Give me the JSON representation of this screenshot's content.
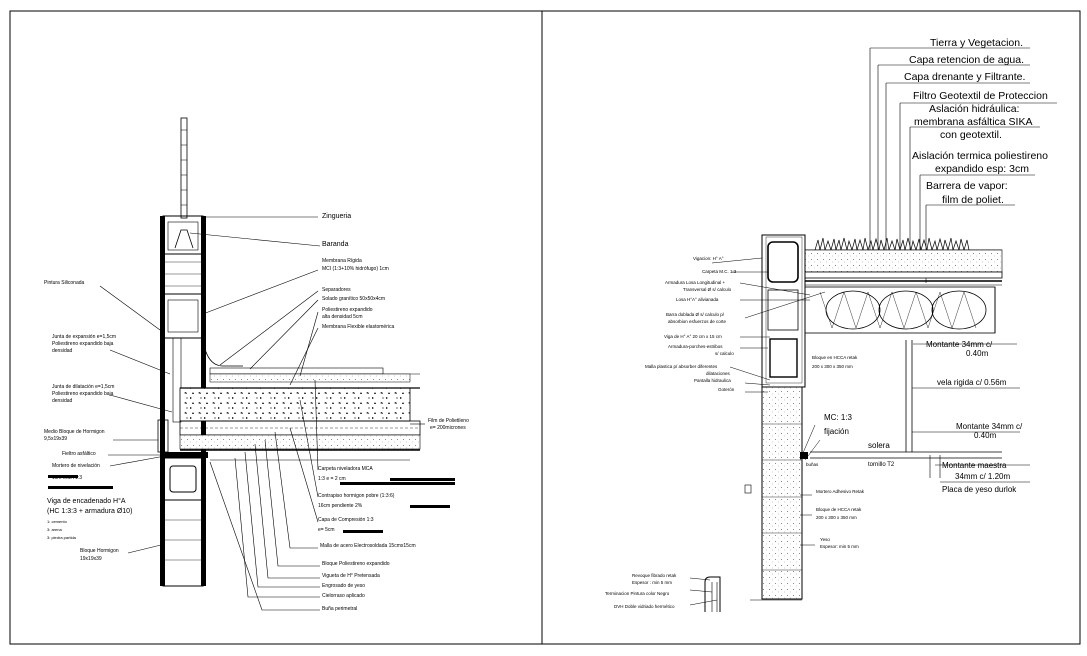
{
  "left_detail": {
    "labels": {
      "zingueria": "Zingueria",
      "baranda": "Baranda",
      "membrana_rigida": "Membrana Rígida",
      "membrana_rigida_mci": "MCI (1:3+10% hidrófugo) 1cm",
      "pintura_siliconada": "Pintura Siliconada",
      "separadores": "Separadores",
      "solado": "Solado granítico 50x50x4cm",
      "poliestireno_alta": "Poliestireno expandido",
      "poliestireno_alta_2": "alta densidad 5cm",
      "membrana_flexible": "Membrana Flexible elastomérica",
      "junta_expansion": "Junta de expansión e=1,5cm",
      "junta_expansion_2": "Poliestireno expandido baja",
      "junta_expansion_3": "densidad",
      "junta_dilatacion": "Junta de dilatación e=1,5cm",
      "junta_dilatacion_2": "Poliestireno expandido baja",
      "junta_dilatacion_3": "densidad",
      "fieltro": "Fieltro asfáltico",
      "film": "Film de Polietileno",
      "film_2": "e= 200micrones",
      "medio_bloque": "Medio Bloque de Hormigon",
      "medio_bloque_2": "9,5x19x39",
      "mortero": "Mortero de nivelación",
      "mortero_2": "1cm MCA 1:3",
      "viga": "Viga de encadenado H°A",
      "viga_2": "(HC 1:3:3 + armadura Ø10)",
      "viga_3": "1: cemento",
      "viga_4": "3: arena",
      "viga_5": "3: piedra partida",
      "carpeta": "Carpeta niveladora MCA",
      "carpeta_2": "1:3   e = 2 cm",
      "contrapiso": "Contrapiso hormigon pobre (1:3:6)",
      "contrapiso_2": "16cm pendiente 2%",
      "capa_compresion": "Capa de Compresión  1:3",
      "capa_compresion_2": "e= 5cm",
      "malla": "Malla de acero Electrosoldada 15cmx15cm",
      "bloque_poliestireno": "Bloque Poliestireno expandido",
      "vigueta": "Vigueta de H° Pretensada",
      "engrosado": "Engrosado de yeso",
      "cielorraso": "Cielorraso aplicado",
      "bunia": "Buña perimetral",
      "bloque_hormigon": "Bloque Hormigon",
      "bloque_hormigon_2": "19x19x39"
    }
  },
  "right_detail": {
    "labels": {
      "tierra": "Tierra y Vegetacion.",
      "capa_retencion": "Capa retencion de agua.",
      "capa_drenante": "Capa drenante y Filtrante.",
      "filtro": "Filtro Geotextil de Proteccion",
      "aislacion_h": "Aslación hidráulica:",
      "aislacion_h_2": "membrana asfáltica SIKA",
      "aislacion_h_3": "con geotextil.",
      "aislacion_t": "Aislación termica poliestireno",
      "aislacion_t_2": "expandido esp: 3cm",
      "barrera": "Barrera de vapor:",
      "barrera_2": "film de poliet.",
      "vigacion": "Vigacion: H° A°",
      "carpeta_mc": "Carpeta M.C. 1:3",
      "armadura_losa": "Armadura Losa Longitudinal +",
      "armadura_losa_2": "Transversal Ø s/ calculo",
      "losa": "Losa H°A° alivianada",
      "barra": "Barra doblada Ø s/ calculo p/",
      "barra_2": "absorbion esfuerzos de corte",
      "viga_ha": "Viga de H° A° 20 cm x 15 cm",
      "armadura_estribos": "Armadura-porches-estribos",
      "armadura_estribos_2": "s/ calculo",
      "malla_plastica": "Malla plastica p/ absorber diferentes",
      "malla_plastica_2": "dilataciones",
      "pantalla": "Pantalla hidraulica",
      "goteron": "Goterón",
      "bloque_hcca": "Bloque en HCCA retak",
      "bloque_hcca_2": "200 x 300 x 350  mm",
      "montante_1": "Montante 34mm c/",
      "montante_1b": "0.40m",
      "vela": "vela rigida c/ 0.56m",
      "mc13": "MC: 1:3",
      "fijacion": "fijación",
      "solera": "solera",
      "tornillo": "tornillo T2",
      "buñas": "buñas",
      "montante_2": "Montante 34mm c/",
      "montante_2b": "0.40m",
      "montante_m": "Montante maestra",
      "montante_m2": "34mm c/ 1.20m",
      "placa": "Placa de yeso durlok",
      "mortero_adh": "Mortero Adhesivo Retak",
      "bloque_hcca_b": "Bloque de HCCA retak",
      "bloque_hcca_b2": "200 x 300 x 350 mm",
      "yeso": "Yeso",
      "yeso_2": "Espesor: min 5 mm",
      "revoque": "Revoque fibrado retak",
      "revoque_2": "Espesor : min 5 mm",
      "terminacion": "Terminacion Pintura color Negro",
      "dvh": "DVH Doble vidriado hermético"
    }
  }
}
